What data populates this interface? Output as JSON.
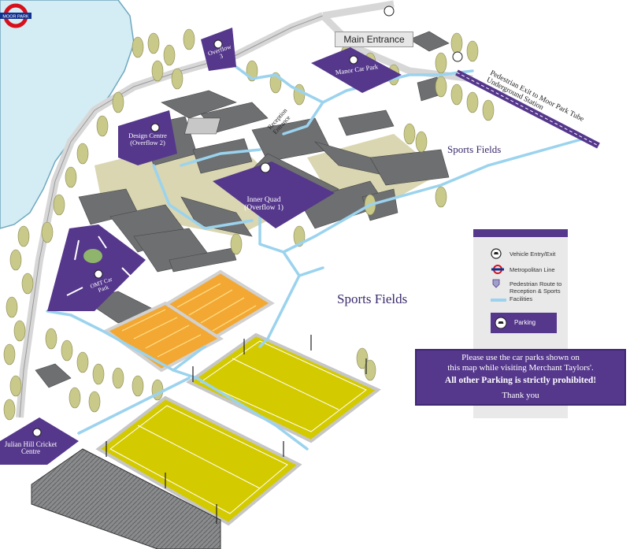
{
  "labels": {
    "main_entrance": "Main Entrance",
    "overflow3": "Overflow 3",
    "manor_car_park": "Manor Car Park",
    "design_centre": "Design Centre (Overflow 2)",
    "reception": "Reception Entrance",
    "inner_quad": "Inner Quad (Overflow 1)",
    "omt_car_park": "OMT Car Park",
    "julian_hill": "Julian Hill Cricket Centre",
    "sports_fields_top": "Sports Fields",
    "sports_fields_mid": "Sports Fields",
    "pedestrian_exit": "Pedestrian Exit to Moor Park Tube Underground Station",
    "moor_park": "MOOR PARK"
  },
  "legend": {
    "items": [
      {
        "icon": "vehicle-entry-icon",
        "text": "Vehicle Entry/Exit"
      },
      {
        "icon": "metropolitan-line-icon",
        "text": "Metropolitan Line"
      },
      {
        "icon": "crest-icon",
        "text": "Pedestrian Route to Reception & Sports Facilities"
      }
    ],
    "parking": "Parking"
  },
  "notice": {
    "line1": "Please use the car parks shown on",
    "line2": "this map while visiting Merchant Taylors'.",
    "bold": "All other Parking is strictly prohibited!",
    "thanks": "Thank you"
  },
  "colors": {
    "purple": "#55378c",
    "path": "#9bd3ee",
    "lake": "#d4ecf3",
    "tree": "#c9c98a",
    "pitch": "#cfd12a",
    "tennis": "#f3a833",
    "building": "#6e6f71",
    "grass": "#d9d6b1"
  }
}
